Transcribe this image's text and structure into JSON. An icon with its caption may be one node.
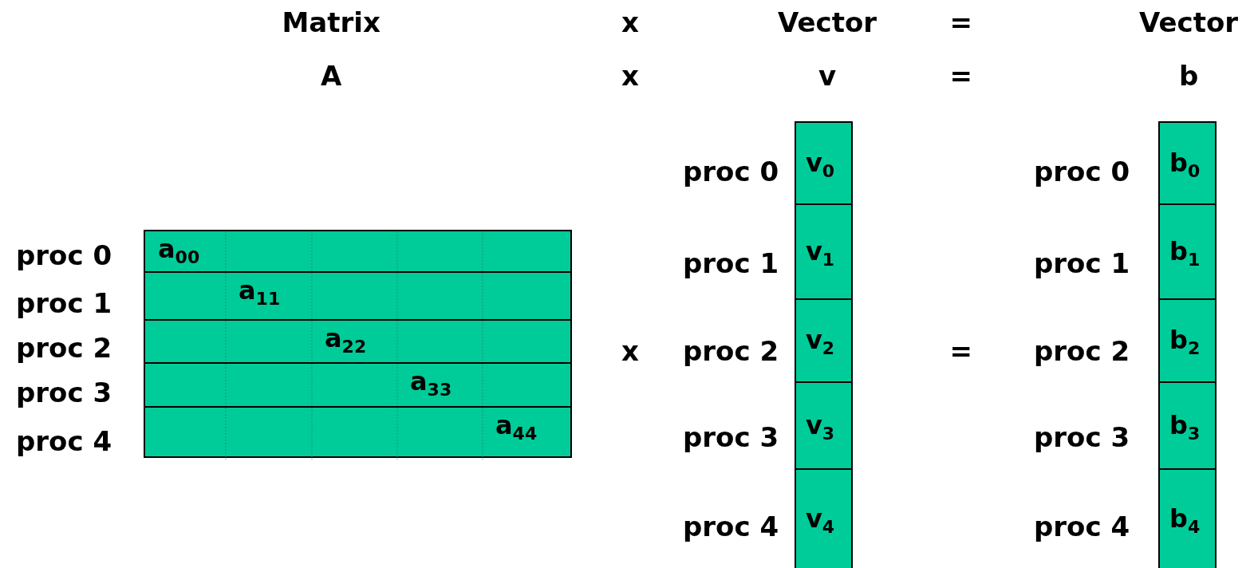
{
  "diagram": {
    "nodes": [
      {
        "text": [
          "a$_{00}$"
        ]
      },
      {
        "text": [
          "a$_{11}$"
        ]
      },
      {
        "text": [
          "a$_{22}$"
        ]
      },
      {
        "text": [
          "a$_{33}$"
        ]
      },
      {
        "text": [
          "a$_{44}$"
        ]
      },
      {
        "text": [
          "v$_{0}$"
        ]
      },
      {
        "text": [
          "v$_{1}$"
        ]
      },
      {
        "text": [
          "v$_{2}$"
        ]
      },
      {
        "text": [
          "v$_{3}$"
        ]
      },
      {
        "text": [
          "v$_{4}$"
        ]
      },
      {
        "text": [
          "b$_{0}$"
        ]
      },
      {
        "text": [
          "b$_{1}$"
        ]
      },
      {
        "text": [
          "b$_{2}$"
        ]
      },
      {
        "text": [
          "b$_{3}$"
        ]
      },
      {
        "text": [
          "b$_{4}$"
        ]
      }
    ],
    "labels": [
      "Matrix",
      "x",
      "Vector",
      "=",
      "Vector",
      "A",
      "x",
      "v",
      "=",
      "b",
      "proc 0",
      "proc 1",
      "proc 2",
      "proc 3",
      "proc 4",
      "x",
      "proc 0",
      "proc 1",
      "proc 2",
      "proc 3",
      "proc 4",
      "=",
      "proc 0",
      "proc 1",
      "proc 2",
      "proc 3",
      "proc 4"
    ]
  }
}
